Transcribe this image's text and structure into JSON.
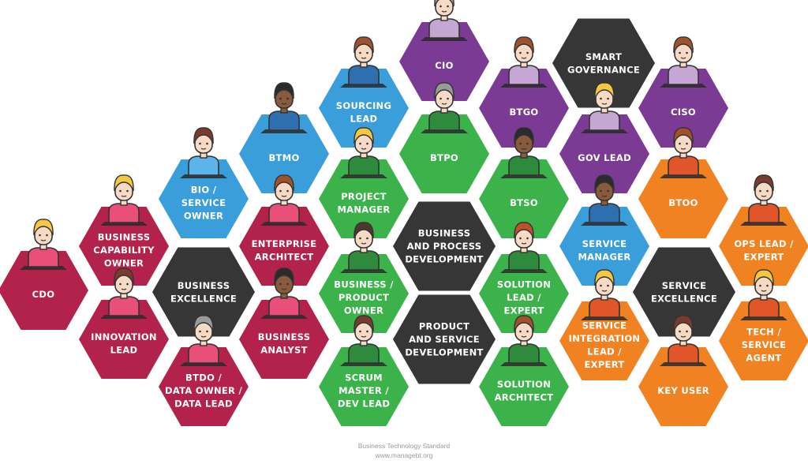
{
  "colors": {
    "crimson": "#b3224a",
    "blue": "#3a9edb",
    "green": "#3cb34a",
    "purple": "#7b3b94",
    "dark": "#363636",
    "orange": "#f08222",
    "outline": "#333333",
    "skin": "#f7dac6"
  },
  "hexagons": [
    {
      "id": "cdo",
      "lines": [
        "CDO"
      ],
      "color": "crimson",
      "avatar": true,
      "hair": "#f5c842",
      "shirt": "#e8507a"
    },
    {
      "id": "business-capability-owner",
      "lines": [
        "BUSINESS",
        "CAPABILITY",
        "OWNER"
      ],
      "color": "crimson",
      "avatar": true,
      "hair": "#f5c842",
      "shirt": "#e8507a"
    },
    {
      "id": "innovation-lead",
      "lines": [
        "INNOVATION",
        "LEAD"
      ],
      "color": "crimson",
      "avatar": true,
      "hair": "#7a3b2e",
      "shirt": "#e8507a"
    },
    {
      "id": "business-excellence",
      "lines": [
        "BUSINESS",
        "EXCELLENCE"
      ],
      "color": "dark",
      "avatar": false
    },
    {
      "id": "bio-service-owner",
      "lines": [
        "BIO /",
        "SERVICE",
        "OWNER"
      ],
      "color": "blue",
      "avatar": true,
      "hair": "#7a3b2e",
      "shirt": "#5bb5ea"
    },
    {
      "id": "btdo-data-owner",
      "lines": [
        "BTDO /",
        "DATA OWNER /",
        "DATA LEAD"
      ],
      "color": "crimson",
      "avatar": true,
      "hair": "#9a9a9a",
      "shirt": "#e8507a"
    },
    {
      "id": "btmo",
      "lines": [
        "BTMO"
      ],
      "color": "blue",
      "avatar": true,
      "hair": "#2b2b2b",
      "shirt": "#2f6fb0",
      "darkskin": true
    },
    {
      "id": "enterprise-architect",
      "lines": [
        "ENTERPRISE",
        "ARCHITECT"
      ],
      "color": "crimson",
      "avatar": true,
      "hair": "#a0522d",
      "shirt": "#e8507a"
    },
    {
      "id": "business-analyst",
      "lines": [
        "BUSINESS",
        "ANALYST"
      ],
      "color": "crimson",
      "avatar": true,
      "hair": "#2b2b2b",
      "shirt": "#e8507a",
      "darkskin": true
    },
    {
      "id": "sourcing-lead",
      "lines": [
        "SOURCING",
        "LEAD"
      ],
      "color": "blue",
      "avatar": true,
      "hair": "#a0522d",
      "shirt": "#2f6fb0"
    },
    {
      "id": "project-manager",
      "lines": [
        "PROJECT",
        "MANAGER"
      ],
      "color": "green",
      "avatar": true,
      "hair": "#f5c842",
      "shirt": "#2e8b3d"
    },
    {
      "id": "business-product-owner",
      "lines": [
        "BUSINESS /",
        "PRODUCT",
        "OWNER"
      ],
      "color": "green",
      "avatar": true,
      "hair": "#4a3a2e",
      "shirt": "#2e8b3d"
    },
    {
      "id": "scrum-master",
      "lines": [
        "SCRUM",
        "MASTER /",
        "DEV LEAD"
      ],
      "color": "green",
      "avatar": true,
      "hair": "#7a3b2e",
      "shirt": "#2e8b3d"
    },
    {
      "id": "cio",
      "lines": [
        "CIO"
      ],
      "color": "purple",
      "avatar": true,
      "hair": "#9a9a9a",
      "shirt": "#c6a6d3"
    },
    {
      "id": "btpo",
      "lines": [
        "BTPO"
      ],
      "color": "green",
      "avatar": true,
      "hair": "#9a9a9a",
      "shirt": "#2e8b3d"
    },
    {
      "id": "business-process-development",
      "lines": [
        "BUSINESS",
        "AND PROCESS",
        "DEVELOPMENT"
      ],
      "color": "dark",
      "avatar": false
    },
    {
      "id": "product-service-development",
      "lines": [
        "PRODUCT",
        "AND SERVICE",
        "DEVELOPMENT"
      ],
      "color": "dark",
      "avatar": false
    },
    {
      "id": "btgo",
      "lines": [
        "BTGO"
      ],
      "color": "purple",
      "avatar": true,
      "hair": "#a0522d",
      "shirt": "#c6a6d3"
    },
    {
      "id": "btso",
      "lines": [
        "BTSO"
      ],
      "color": "green",
      "avatar": true,
      "hair": "#2b2b2b",
      "shirt": "#2e8b3d",
      "darkskin": true
    },
    {
      "id": "solution-lead-expert",
      "lines": [
        "SOLUTION",
        "LEAD /",
        "EXPERT"
      ],
      "color": "green",
      "avatar": true,
      "hair": "#c0502a",
      "shirt": "#2e8b3d"
    },
    {
      "id": "solution-architect",
      "lines": [
        "SOLUTION",
        "ARCHITECT"
      ],
      "color": "green",
      "avatar": true,
      "hair": "#a0522d",
      "shirt": "#2e8b3d"
    },
    {
      "id": "smart-governance",
      "lines": [
        "SMART",
        "GOVERNANCE"
      ],
      "color": "dark",
      "avatar": false
    },
    {
      "id": "gov-lead",
      "lines": [
        "GOV LEAD"
      ],
      "color": "purple",
      "avatar": true,
      "hair": "#f5c842",
      "shirt": "#c6a6d3"
    },
    {
      "id": "service-manager",
      "lines": [
        "SERVICE",
        "MANAGER"
      ],
      "color": "blue",
      "avatar": true,
      "hair": "#2b2b2b",
      "shirt": "#2f6fb0",
      "darkskin": true
    },
    {
      "id": "service-integration-lead",
      "lines": [
        "SERVICE",
        "INTEGRATION",
        "LEAD /",
        "EXPERT"
      ],
      "color": "orange",
      "avatar": true,
      "hair": "#f5c842",
      "shirt": "#e0562a"
    },
    {
      "id": "ciso",
      "lines": [
        "CISO"
      ],
      "color": "purple",
      "avatar": true,
      "hair": "#a0522d",
      "shirt": "#c6a6d3"
    },
    {
      "id": "btoo",
      "lines": [
        "BTOO"
      ],
      "color": "orange",
      "avatar": true,
      "hair": "#a0522d",
      "shirt": "#e0562a"
    },
    {
      "id": "service-excellence",
      "lines": [
        "SERVICE",
        "EXCELLENCE"
      ],
      "color": "dark",
      "avatar": false
    },
    {
      "id": "key-user",
      "lines": [
        "KEY USER"
      ],
      "color": "orange",
      "avatar": true,
      "hair": "#7a3b2e",
      "shirt": "#e0562a"
    },
    {
      "id": "ops-lead-expert",
      "lines": [
        "OPS LEAD /",
        "EXPERT"
      ],
      "color": "orange",
      "avatar": true,
      "hair": "#7a3b2e",
      "shirt": "#e0562a"
    },
    {
      "id": "tech-service-agent",
      "lines": [
        "TECH /",
        "SERVICE",
        "AGENT"
      ],
      "color": "orange",
      "avatar": true,
      "hair": "#f5c842",
      "shirt": "#e0562a"
    }
  ],
  "footer": {
    "title": "Business Technology Standard",
    "url": "www.managebt.org"
  }
}
